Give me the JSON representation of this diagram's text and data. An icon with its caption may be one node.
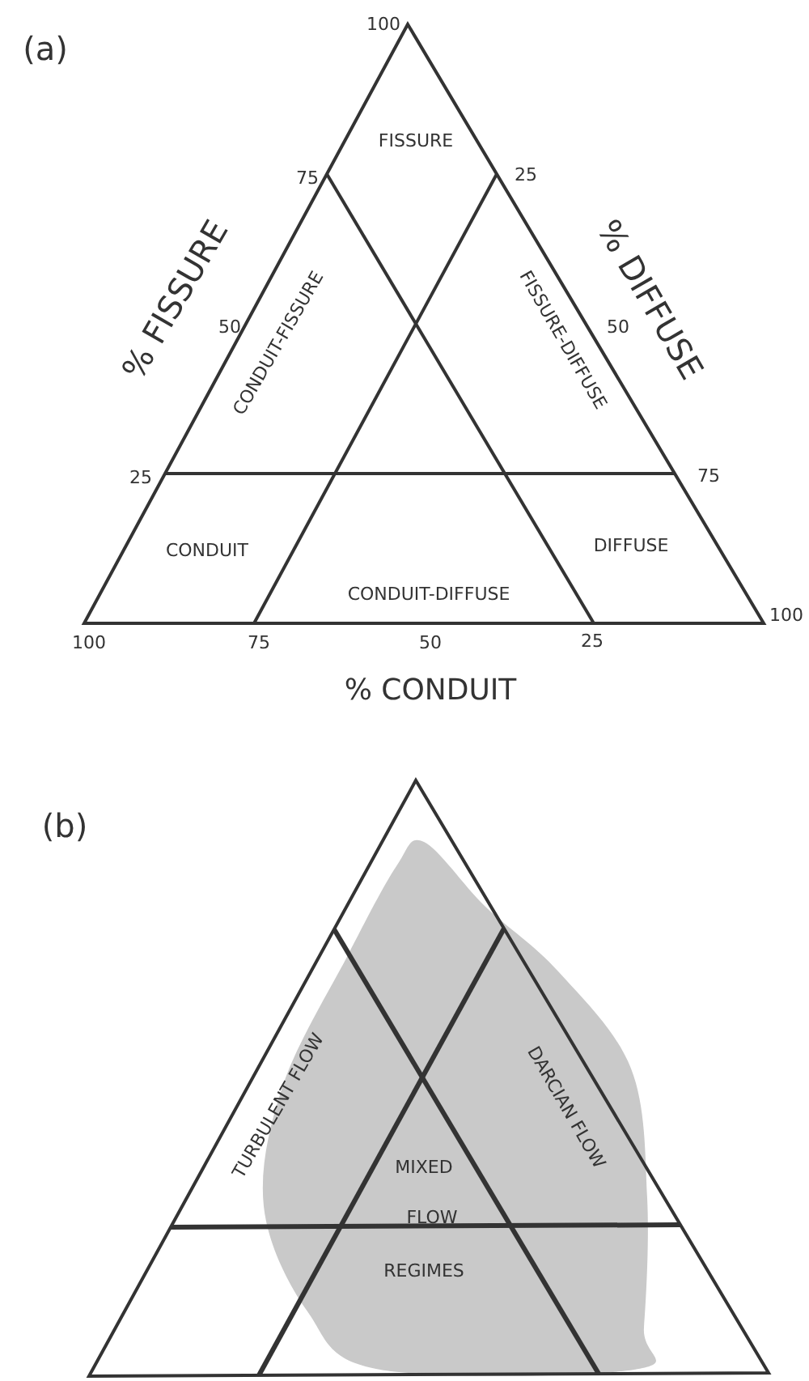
{
  "diagram": {
    "labels": [
      "(a)",
      "100",
      "FISSURE",
      "75",
      "25",
      "% FISSURE",
      "50",
      "CONDUIT-FISSURE",
      "FISSURE-DIFFUSE",
      "50",
      "% DIFFUSE",
      "25",
      "75",
      "CONDUIT",
      "DIFFUSE",
      "CONDUIT-DIFFUSE",
      "100",
      "75",
      "50",
      "25",
      "100",
      "% CONDUIT",
      "(b)",
      "TURBULENT FLOW",
      "DARCIAN FLOW",
      "MIXED",
      "FLOW",
      "REGIMES"
    ]
  }
}
